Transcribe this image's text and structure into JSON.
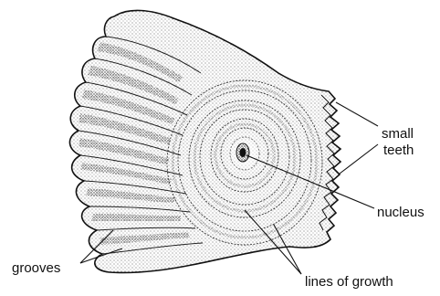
{
  "labels": {
    "small_teeth_line1": "small",
    "small_teeth_line2": "teeth",
    "nucleus": "nucleus",
    "grooves": "grooves",
    "lines_of_growth": "lines of growth"
  },
  "colors": {
    "ink": "#111111",
    "shade": "#555555",
    "background": "#ffffff"
  }
}
